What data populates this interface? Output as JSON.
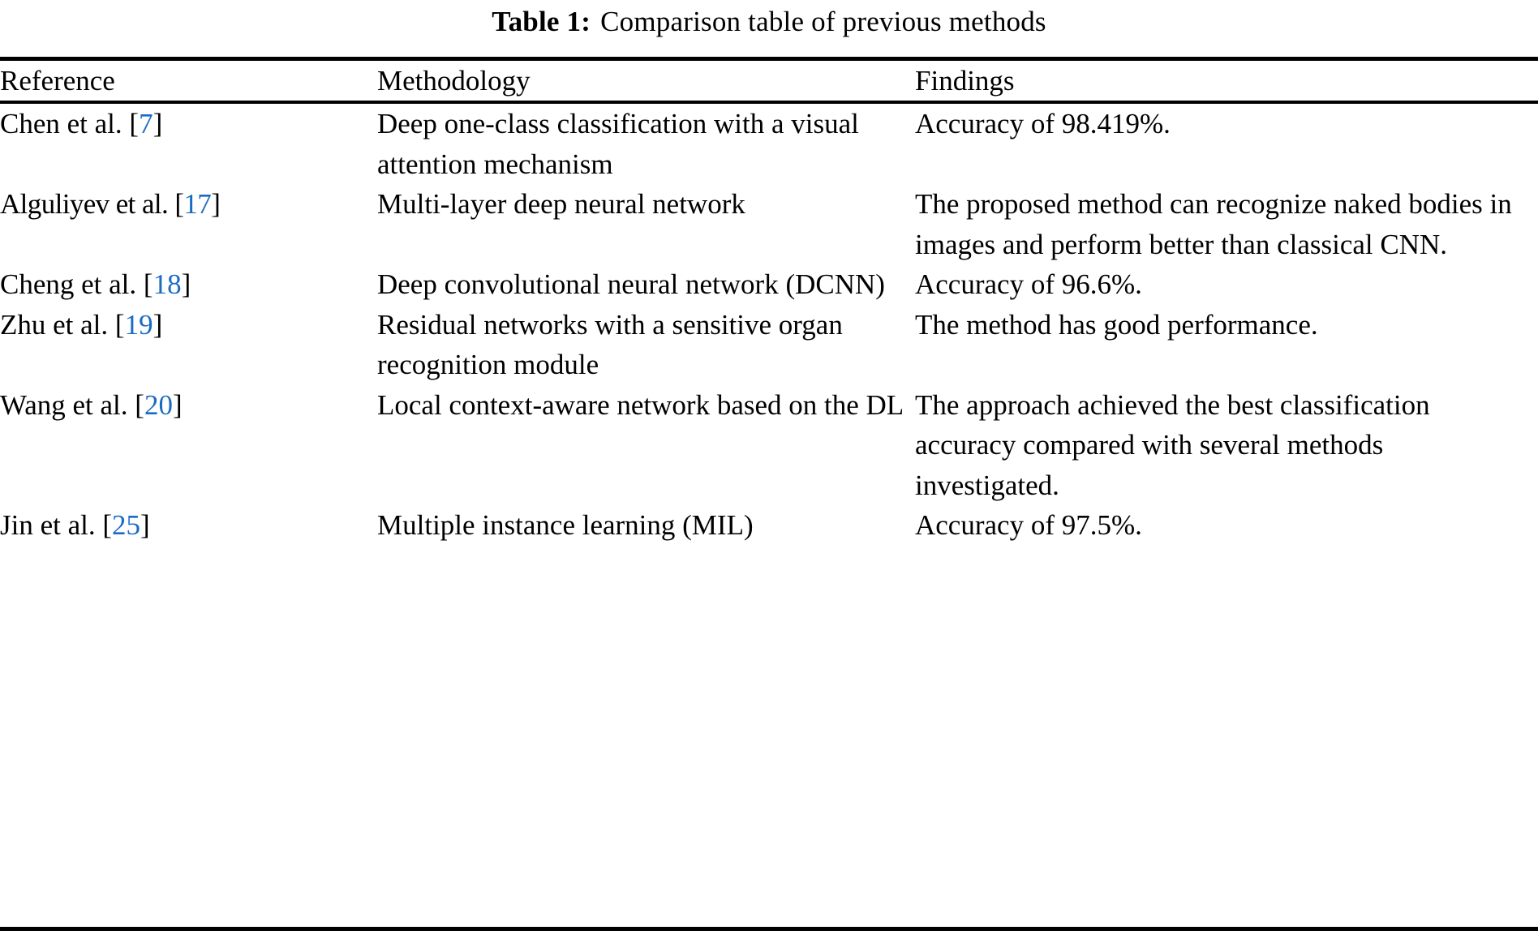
{
  "caption": {
    "label": "Table 1:",
    "text": "Comparison table of previous methods"
  },
  "columns": [
    {
      "key": "reference",
      "header": "Reference"
    },
    {
      "key": "methodology",
      "header": "Methodology"
    },
    {
      "key": "findings",
      "header": "Findings"
    }
  ],
  "link_color": "#1a6bc4",
  "rows": [
    {
      "reference_name": "Chen et al.",
      "citation": "7",
      "methodology": "Deep one-class classification with a visual attention mechanism",
      "findings": "Accuracy of 98.419%."
    },
    {
      "reference_name": "Alguliyev et al.",
      "citation": "17",
      "methodology": "Multi-layer deep neural network",
      "findings": "The proposed method can recognize naked bodies in images and perform better than classical CNN."
    },
    {
      "reference_name": "Cheng et al.",
      "citation": "18",
      "methodology": "Deep convolutional neural network (DCNN)",
      "findings": "Accuracy of 96.6%."
    },
    {
      "reference_name": "Zhu et al.",
      "citation": "19",
      "methodology": "Residual networks with a sensitive organ recognition module",
      "findings": "The method has good performance."
    },
    {
      "reference_name": "Wang et al.",
      "citation": "20",
      "methodology": "Local context-aware network based on the DL",
      "findings": "The approach achieved the best classification accuracy compared with several methods investigated."
    },
    {
      "reference_name": "Jin et al.",
      "citation": "25",
      "methodology": "Multiple instance learning (MIL)",
      "findings": "Accuracy of 97.5%."
    }
  ],
  "bracket": {
    "open": "[",
    "close": "]"
  }
}
